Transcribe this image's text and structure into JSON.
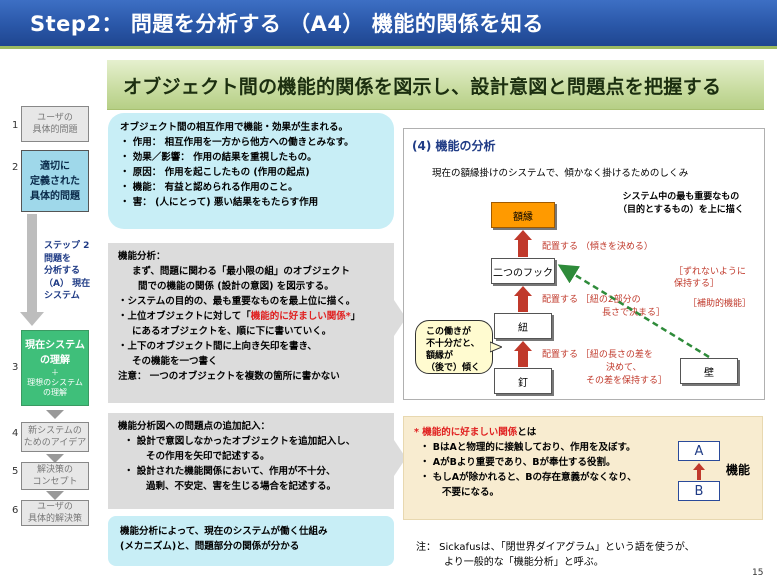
{
  "title": "Step2：  問題を分析する （A4） 機能的関係を知る",
  "banner": "オブジェクト間の機能的関係を図示し、設計意図と問題点を把握する",
  "steps": [
    {
      "num": "1",
      "label": "ユーザの\n具体的問題"
    },
    {
      "num": "2",
      "label": "適切に\n定義された\n具体的問題"
    },
    {
      "num": "3",
      "label_main": "現在システム\nの理解",
      "label_sub": "＋\n理想のシステム\nの理解"
    },
    {
      "num": "4",
      "label": "新システムの\nためのアイデア"
    },
    {
      "num": "5",
      "label": "解決策の\nコンセプト"
    },
    {
      "num": "6",
      "label": "ユーザの\n具体的解決策"
    }
  ],
  "step_arrow_label": "ステップ 2\n問題を\n分析する\n（A） 現在\nシステム",
  "box1": {
    "lines": [
      "オブジェクト間の相互作用で機能・効果が生まれる。",
      "・ 作用：  相互作用を一方から他方への働きとみなす。",
      "・ 効果／影響：  作用の結果を重視したもの。",
      "・ 原因：  作用を起こしたもの  (作用の起点)",
      "・ 機能：  有益と認められる作用のこと。",
      "・ 害：      (人にとって)  悪い結果をもたらす作用"
    ]
  },
  "box2": {
    "heading": "機能分析：",
    "lines": [
      "まず、問題に関わる「最小限の組」のオブジェクト",
      "間での機能の関係 (設計の意図) を図示する。",
      "・システムの目的の、最も重要なものを最上位に描く。",
      "・上位オブジェクトに対して「",
      "機能的に好ましい関係*",
      "」",
      "にあるオブジェクトを、順に下に書いていく。",
      "・上下のオブジェクト間に上向き矢印を書き、",
      "その機能を一つ書く",
      "注意：  一つのオブジェクトを複数の箇所に書かない"
    ]
  },
  "box3": {
    "heading": "機能分析図への問題点の追加記入：",
    "lines": [
      "・  設計で意図しなかったオブジェクトを追加記入し、",
      "その作用を矢印で記述する。",
      "・  設計された機能関係において、作用が不十分、",
      "過剰、不安定、害を生じる場合を記述する。"
    ]
  },
  "box4": {
    "lines": [
      "機能分析によって、現在のシステムが働く仕組み",
      "(メカニズム)と、問題部分の関係が分かる"
    ]
  },
  "diagram": {
    "heading": "(4) 機能の分析",
    "subtitle": "現在の額縁掛けのシステムで、傾かなく掛けるためのしくみ",
    "top_note": "システム中の最も重要なもの\n（目的とするもの）を上に描く",
    "nodes": {
      "gakubuchi": "額縁",
      "hook": "二つのフック",
      "himo": "紐",
      "kugi": "釘",
      "kabe": "壁"
    },
    "arrow1": "配置する （傾きを決める）",
    "arrow2a": "配置する ［紐の2部分の",
    "arrow2b": "長さで決まる］",
    "arrow3a": "配置する ［紐の長さの差を",
    "arrow3b": "決めて、",
    "arrow3c": "その差を保持する］",
    "side1": "［ずれないように\n保持する］",
    "side2": "［補助的機能］",
    "bubble": "この働きが\n不十分だと、\n額縁が\n（後で）傾く"
  },
  "box5": {
    "heading_mark": "*",
    "heading_red": " 機能的に好ましい関係",
    "heading_tail": "とは",
    "lines": [
      "・ BはAと物理的に接触しており、作用を及ぼす。",
      "・ AがBより重要であり、Bが奉仕する役割。",
      "・ もしAが除かれると、Bの存在意義がなくなり、",
      "不要になる。"
    ],
    "node_a": "A",
    "node_b": "B",
    "label": "機能"
  },
  "note": {
    "lines": [
      "注：  Sickafusは、「閉世界ダイアグラム」という語を使うが、",
      "より一般的な「機能分析」と呼ぶ。"
    ]
  },
  "page_number": "15",
  "colors": {
    "title_bg": "#2a57a8",
    "banner_bg": "#c8dca0",
    "accent_red": "#c0392b",
    "node_orange": "#ff9a00",
    "callout_blue": "#c8eef6"
  }
}
